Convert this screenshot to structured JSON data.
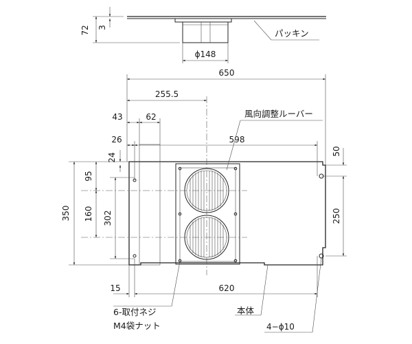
{
  "drawing": {
    "dimensions": {
      "d72": "72",
      "d3": "3",
      "d148": "ϕ148",
      "d650": "650",
      "d255": "255.5",
      "d43": "43",
      "d62": "62",
      "d26": "26",
      "d24": "24",
      "d598": "598",
      "d50": "50",
      "d95": "95",
      "d350": "350",
      "d160": "160",
      "d302": "302",
      "d250": "250",
      "d15": "15",
      "d620": "620",
      "d10": "4−ϕ10"
    },
    "labels": {
      "gasket": "パッキン",
      "louver": "風向調整ルーバー",
      "screws": "6-取付ネジ",
      "nuts": "M4袋ナット",
      "main_body": "本体"
    }
  }
}
